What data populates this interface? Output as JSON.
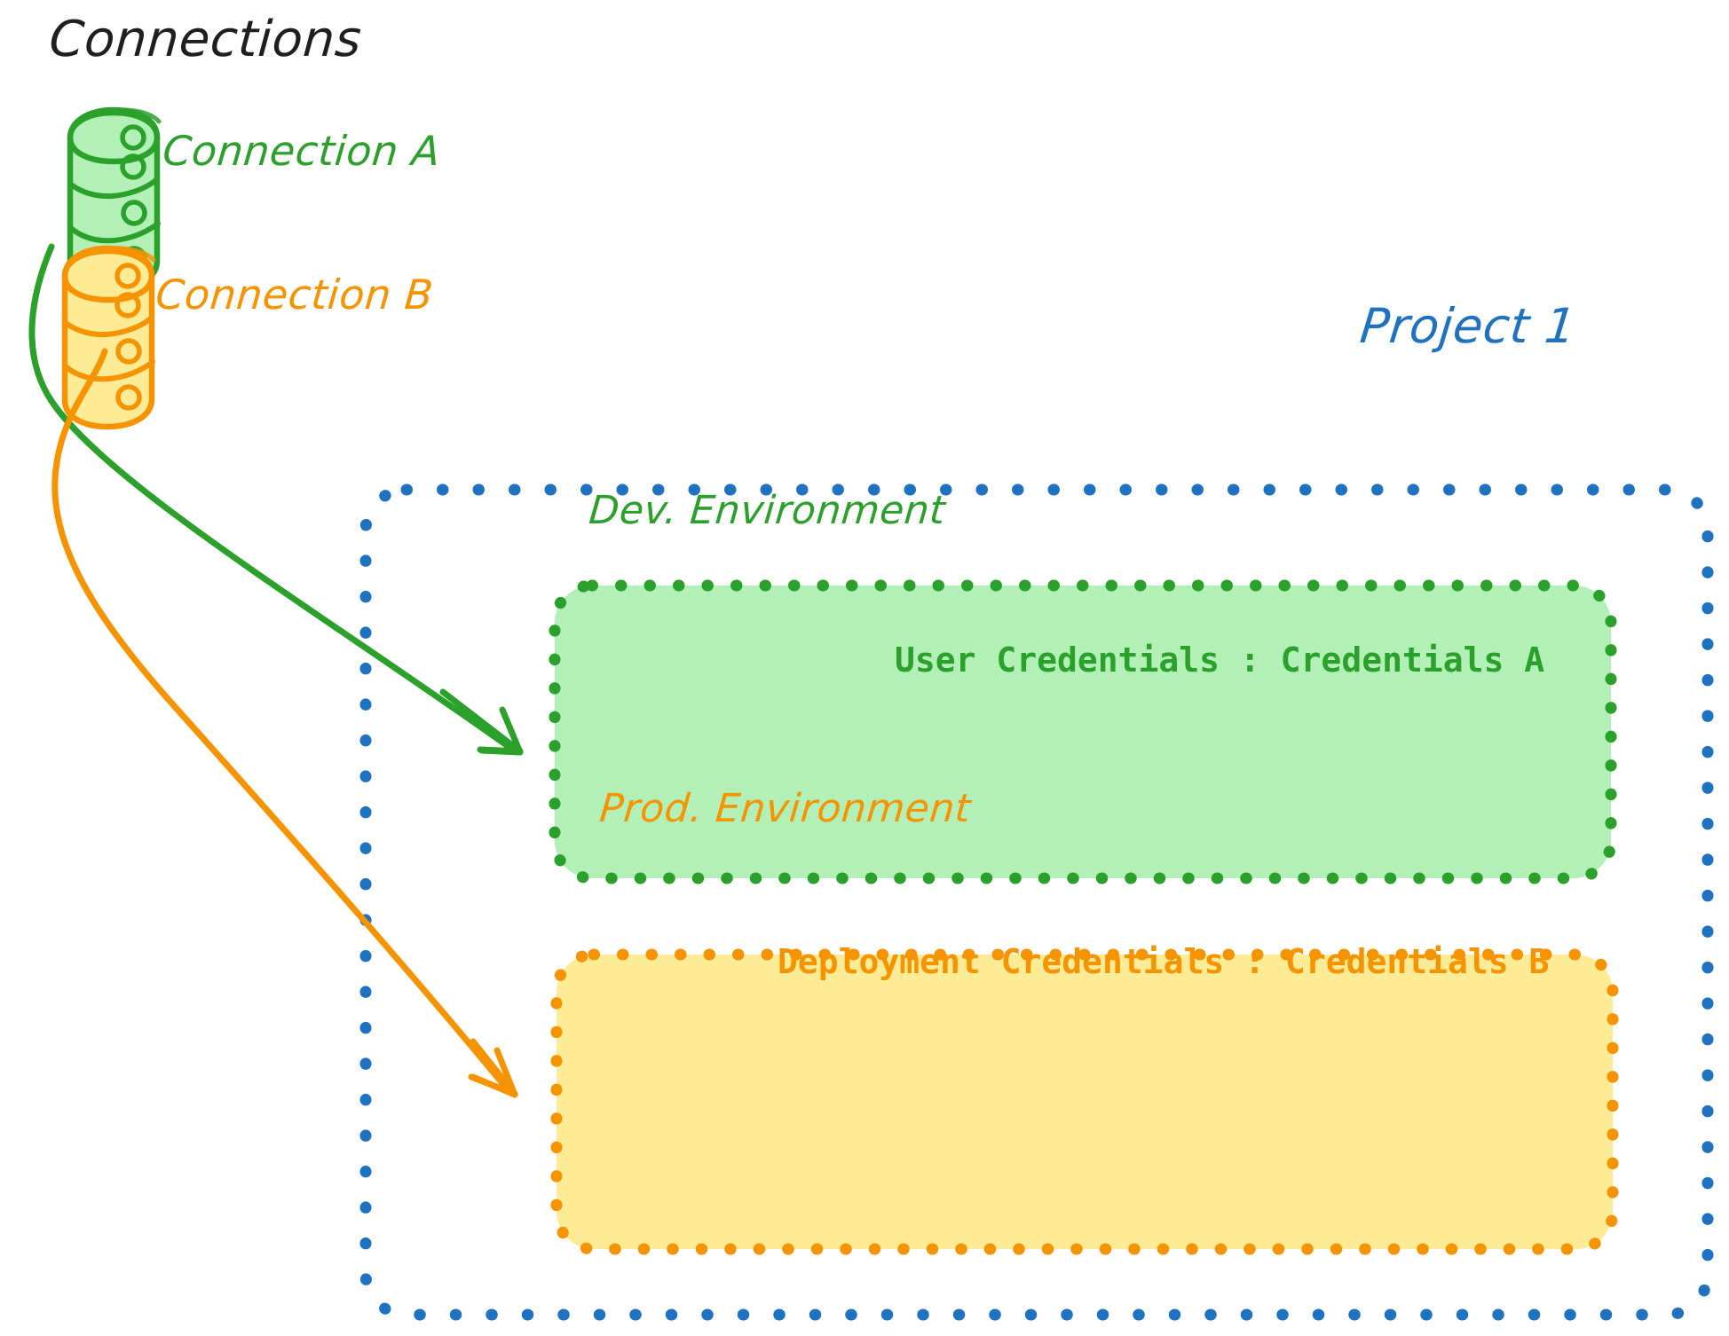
{
  "diagram": {
    "title": "Connections",
    "connections": [
      {
        "id": "a",
        "label": "Connection A",
        "icon": "database-icon",
        "color": "#2ba02b",
        "fill": "#b2f0b8"
      },
      {
        "id": "b",
        "label": "Connection B",
        "icon": "database-icon",
        "color": "#f59300",
        "fill": "#fdeb95"
      }
    ],
    "project": {
      "label": "Project 1",
      "border_color": "#1f72c0",
      "environments": [
        {
          "id": "dev",
          "label": "Dev. Environment",
          "credential_key": "User Credentials",
          "credential_separator": ":",
          "credential_value": "Credentials A",
          "credential_line": "User Credentials : Credentials A",
          "border_color": "#2ba02b",
          "fill_color": "#b2f0b8",
          "text_color": "#2ba02b"
        },
        {
          "id": "prod",
          "label": "Prod. Environment",
          "credential_key": "Deployment Credentials",
          "credential_separator": ":",
          "credential_value": "Credentials B",
          "credential_line": "Deployment Credentials : Credentials B",
          "border_color": "#f59300",
          "fill_color": "#fdeb95",
          "text_color": "#f59300"
        }
      ]
    },
    "arrows": [
      {
        "id": "a-to-dev",
        "from": "Connection A",
        "to": "Dev. Environment",
        "color": "#2ba02b"
      },
      {
        "id": "b-to-prod",
        "from": "Connection B",
        "to": "Prod. Environment",
        "color": "#f59300"
      }
    ],
    "colors": {
      "background": "#ffffff",
      "title": "#1f1f1f",
      "green": "#2ba02b",
      "green_fill": "#b2f0b8",
      "orange": "#f59300",
      "orange_fill": "#fdeb95",
      "blue": "#1f72c0"
    }
  }
}
